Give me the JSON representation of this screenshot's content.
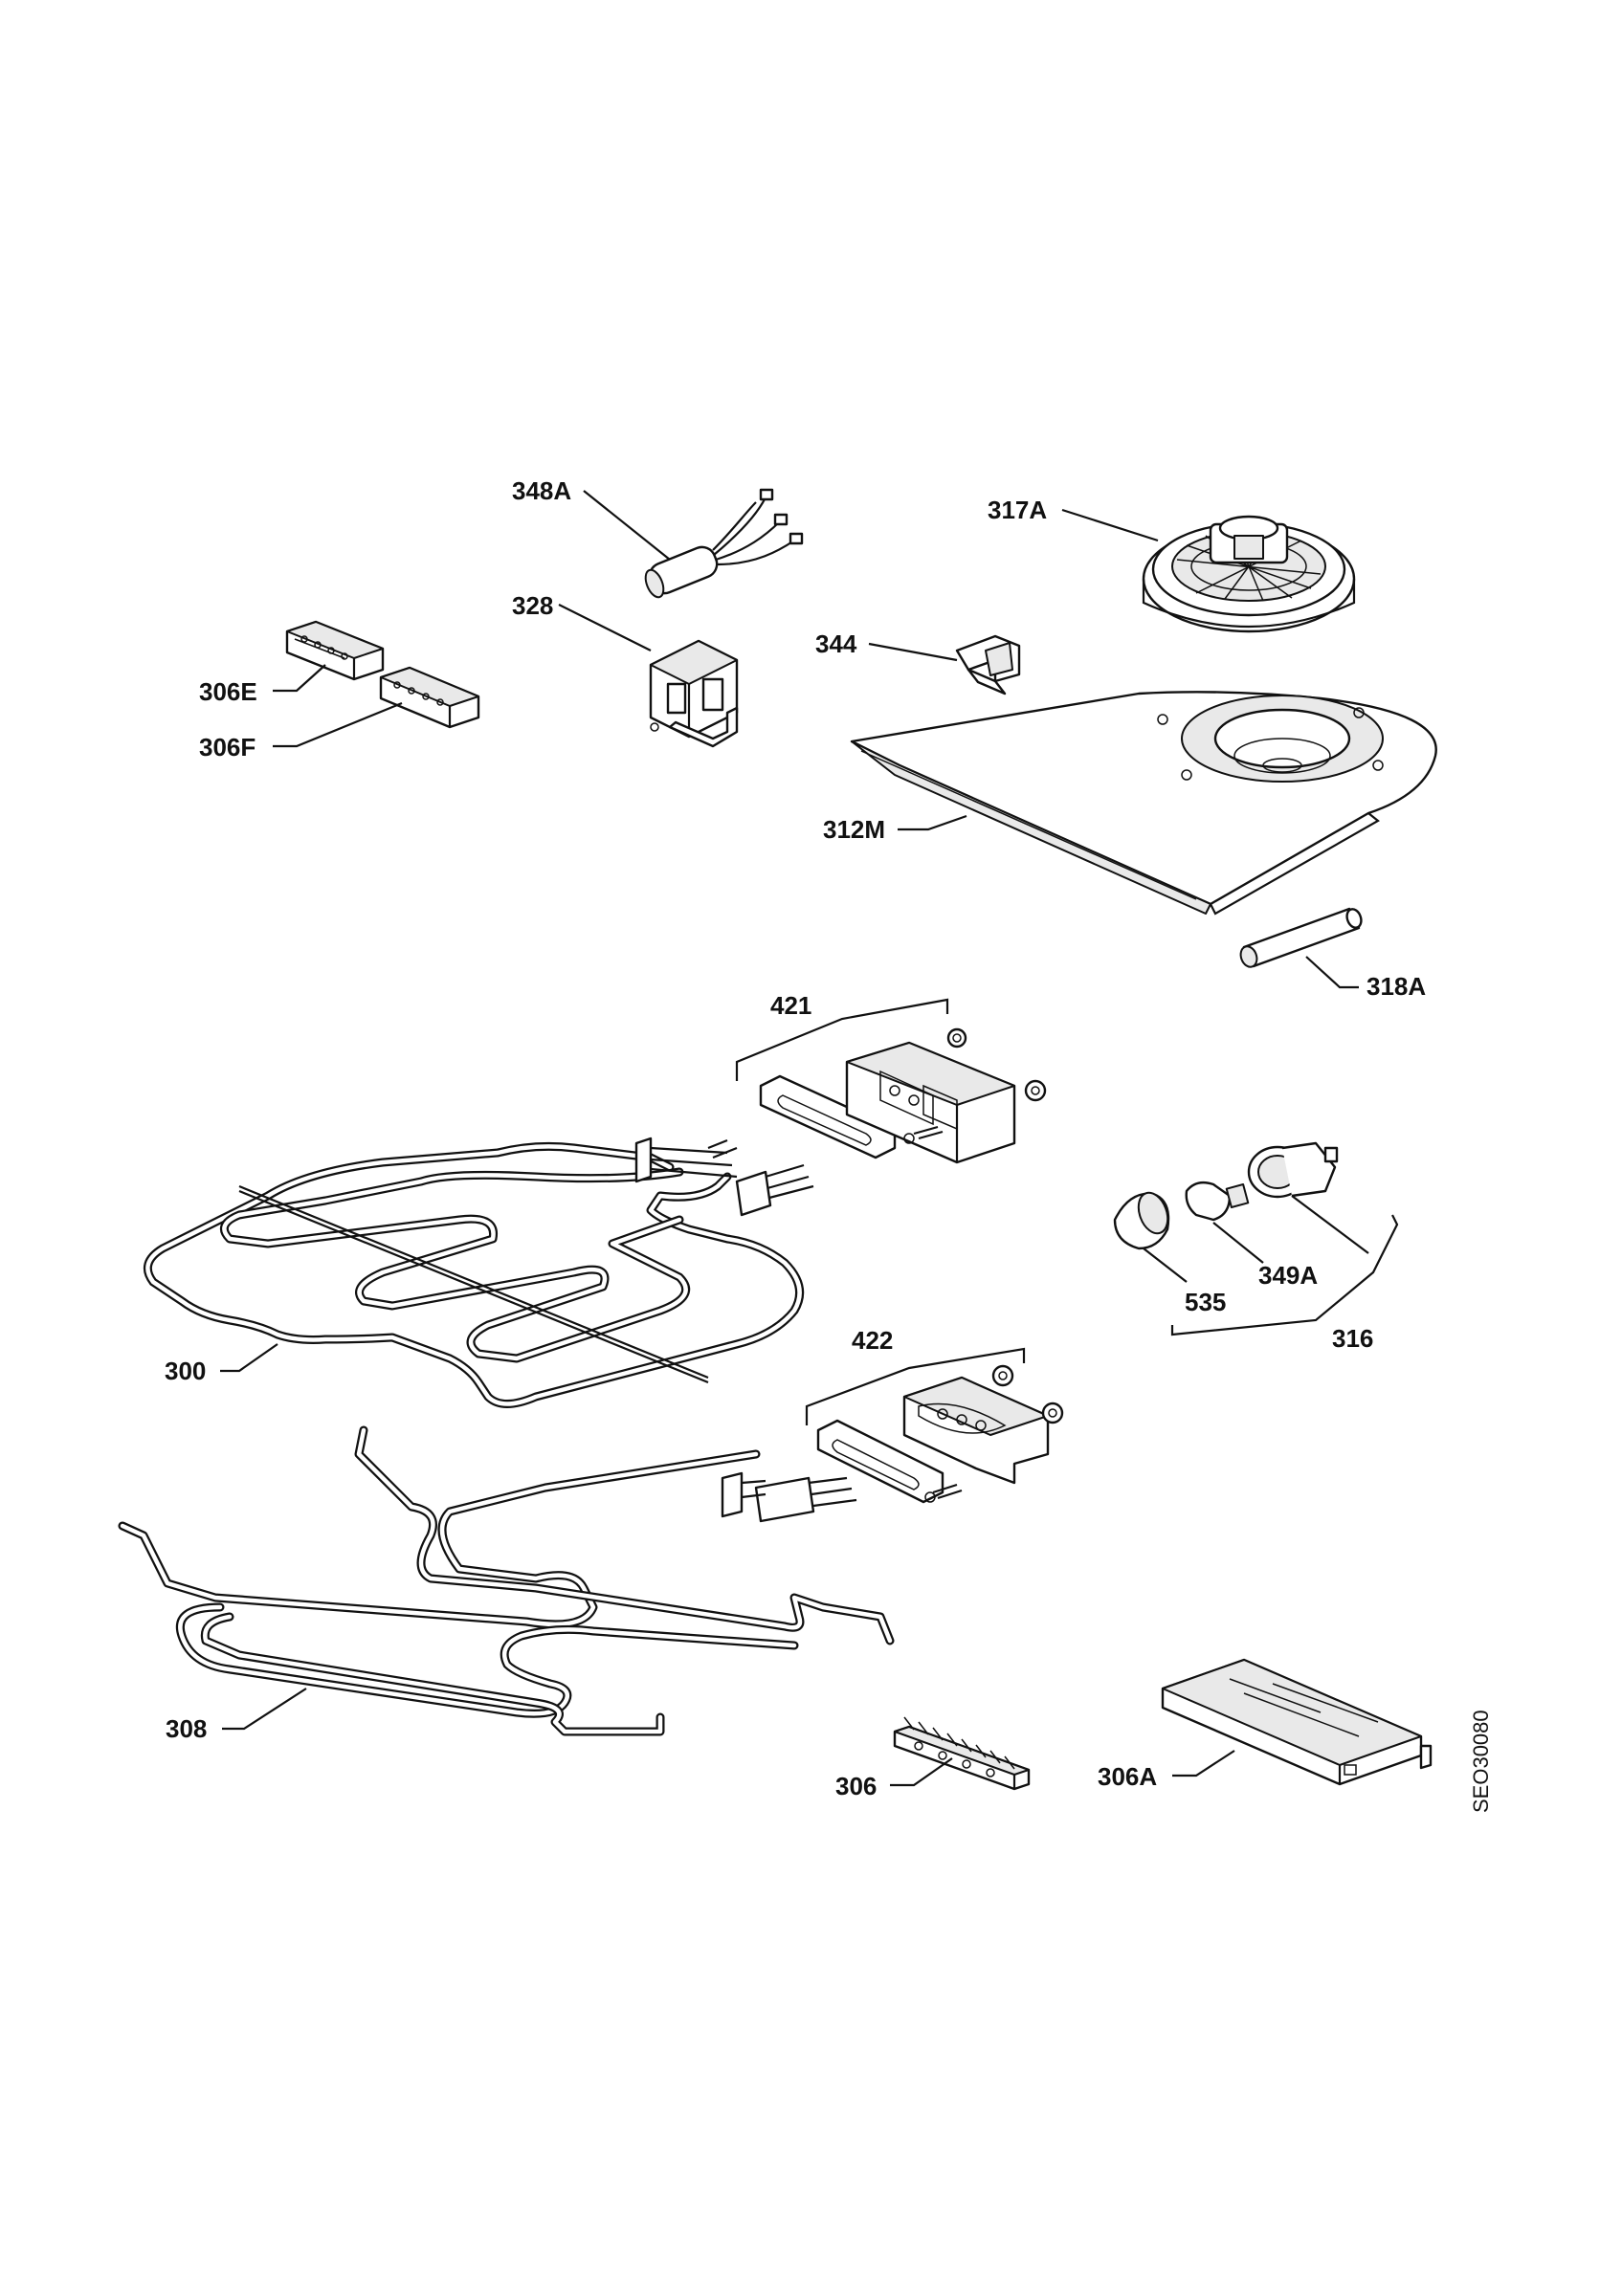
{
  "labels": {
    "p348A": "348A",
    "p317A": "317A",
    "p328": "328",
    "p344": "344",
    "p306E": "306E",
    "p306F": "306F",
    "p312M": "312M",
    "p318A": "318A",
    "p421": "421",
    "p535": "535",
    "p349A": "349A",
    "p316": "316",
    "p300": "300",
    "p422": "422",
    "p308": "308",
    "p306": "306",
    "p306A": "306A"
  },
  "drawing_code": "SEO30080"
}
